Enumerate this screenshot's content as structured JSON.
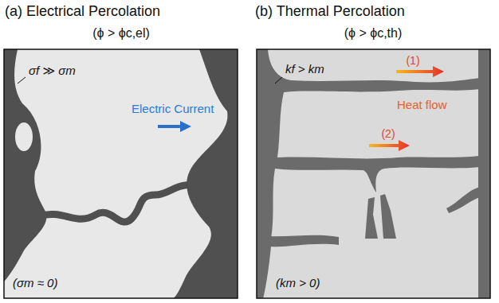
{
  "diagram": {
    "labels": [
      "(a) Electrical Percolation",
      "(ϕ > ϕc,el)",
      "σf ≫ σm",
      "Electric Current",
      "(σm ≈ 0)",
      "(b) Thermal Percolation",
      "(ϕ > ϕc,th)",
      "kf > km",
      "(1)",
      "Heat flow",
      "(2)",
      "(km > 0)"
    ]
  }
}
